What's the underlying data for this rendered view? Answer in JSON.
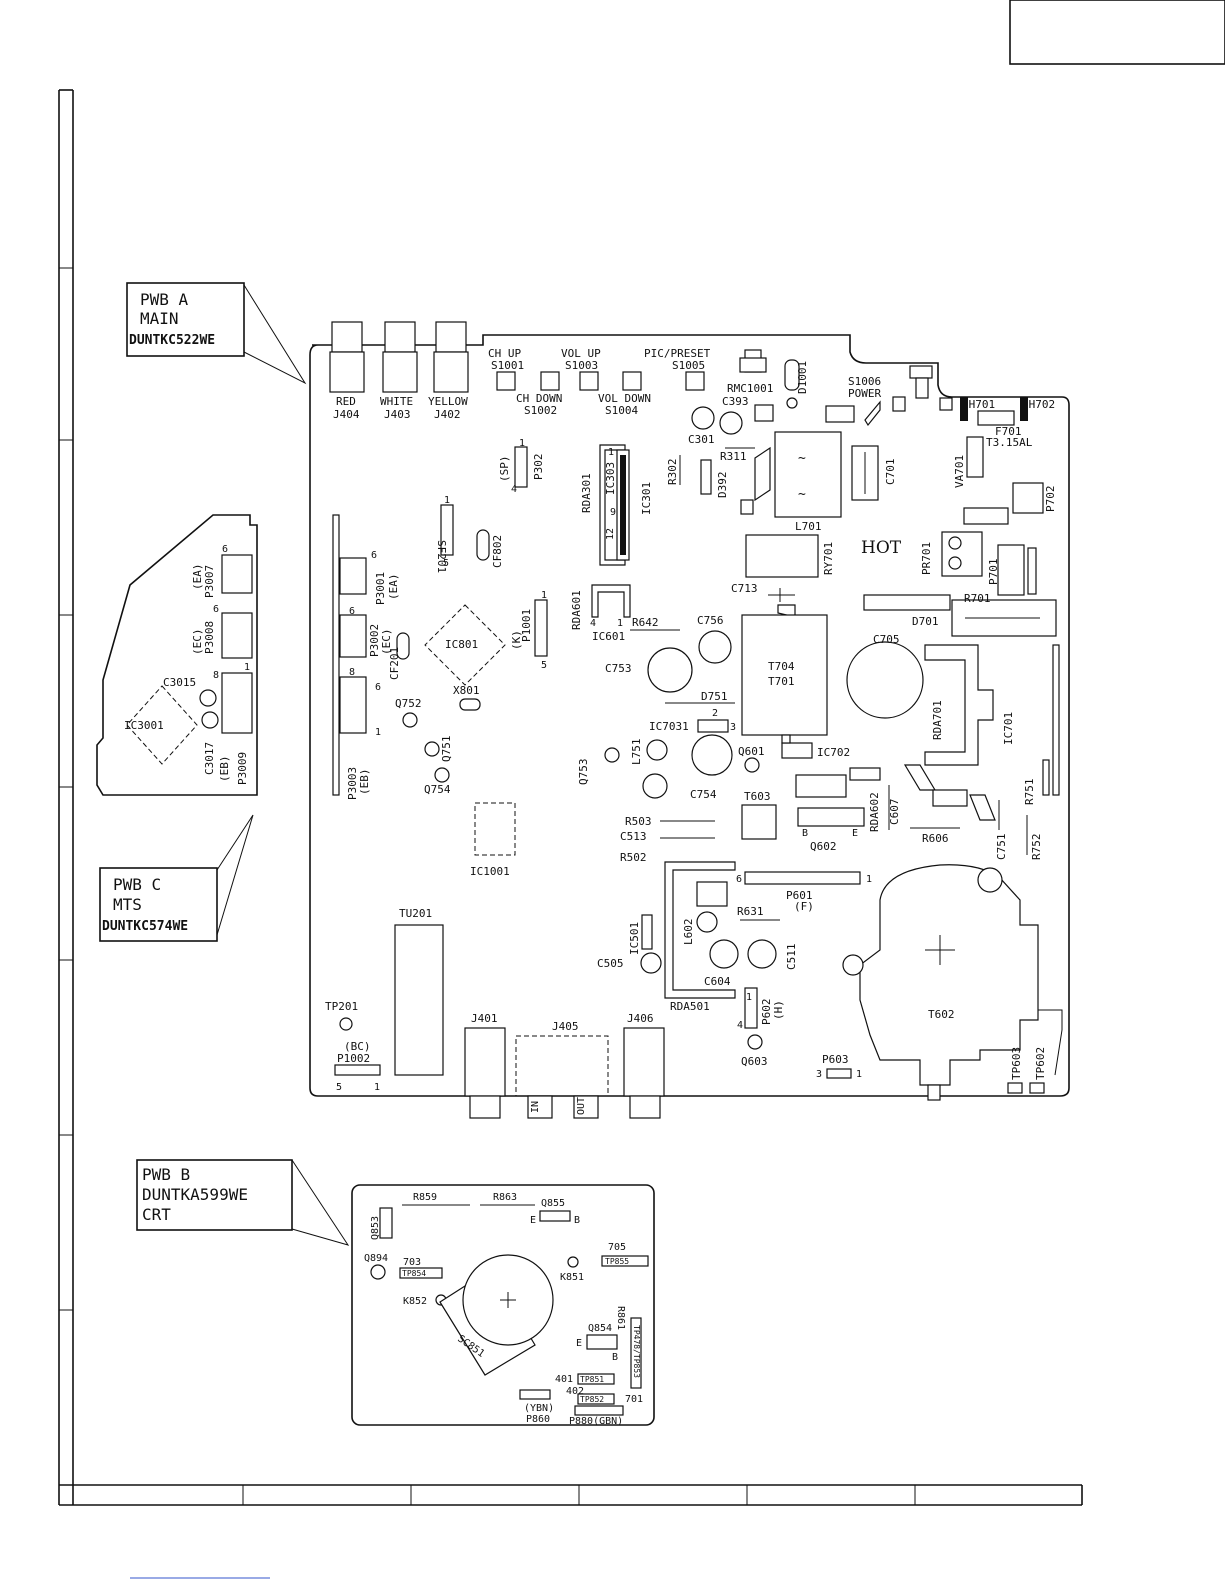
{
  "pwb_a": {
    "callout": {
      "line1": "PWB A",
      "line2": "MAIN",
      "line3": "DUNTKC522WE"
    },
    "labels": {
      "j404_color": "RED",
      "j404": "J404",
      "j403_color": "WHITE",
      "j403": "J403",
      "j402_color": "YELLOW",
      "j402": "J402",
      "ch_up": "CH UP",
      "s1001": "S1001",
      "vol_up": "VOL UP",
      "s1003": "S1003",
      "pic_preset": "PIC/PRESET",
      "s1005": "S1005",
      "ch_down": "CH DOWN",
      "s1002": "S1002",
      "vol_down": "VOL DOWN",
      "s1004": "S1004",
      "rmc1001": "RMC1001",
      "d1001": "D1001",
      "s1006": "S1006",
      "power": "POWER",
      "fh701": "FH701",
      "fh702": "FH702",
      "f701": "F701",
      "f701_rating": "T3.15AL",
      "c393": "C393",
      "c301": "C301",
      "r311": "R311",
      "r302": "R302",
      "d392": "D392",
      "rda301": "RDA301",
      "ic303": "IC303",
      "ic301": "IC301",
      "p302_name": "(SP)",
      "p302": "P302",
      "c701": "C701",
      "va701": "VA701",
      "p702": "P702",
      "l701": "L701",
      "ry701": "RY701",
      "hot": "HOT",
      "pr701": "PR701",
      "p701": "P701",
      "sf201": "SF201",
      "cf802": "CF802",
      "p3001": "P3001",
      "p3001_name": "(EA)",
      "p3002": "P3002",
      "p3002_name": "(EC)",
      "cf201": "CF201",
      "ic801": "IC801",
      "p1001": "P1001",
      "p1001_name": "(K)",
      "rda601": "RDA601",
      "ic601": "IC601",
      "r642": "R642",
      "c713": "C713",
      "d701": "D701",
      "r701": "R701",
      "c756": "C756",
      "c753": "C753",
      "c705": "C705",
      "t704": "T704",
      "t701": "T701",
      "d751": "D751",
      "x801": "X801",
      "q752": "Q752",
      "q751": "Q751",
      "q754": "Q754",
      "p3003": "P3003",
      "p3003_name": "(EB)",
      "ic7031": "IC7031",
      "q753": "Q753",
      "l751": "L751",
      "c754": "C754",
      "q601": "Q601",
      "ic702": "IC702",
      "rda701": "RDA701",
      "ic701": "IC701",
      "t603": "T603",
      "c607": "C607",
      "rda602": "RDA602",
      "q602": "Q602",
      "r606": "R606",
      "r751": "R751",
      "c751": "C751",
      "r752": "R752",
      "r503": "R503",
      "c513": "C513",
      "r502": "R502",
      "ic1001": "IC1001",
      "p601": "P601",
      "p601_name": "(F)",
      "r631": "R631",
      "l602": "L602",
      "ic501": "IC501",
      "c505": "C505",
      "c604": "C604",
      "c511": "C511",
      "rda501": "RDA501",
      "p602": "P602",
      "p602_name": "(H)",
      "q603": "Q603",
      "t602": "T602",
      "tu201": "TU201",
      "tp201": "TP201",
      "p1002_name": "(BC)",
      "p1002": "P1002",
      "j401": "J401",
      "j405": "J405",
      "j406": "J406",
      "p603": "P603",
      "tp603": "TP603",
      "tp602": "TP602",
      "in": "IN",
      "out": "OUT"
    }
  },
  "pwb_c": {
    "callout": {
      "line1": "PWB C",
      "line2": "MTS",
      "line3": "DUNTKC574WE"
    },
    "labels": {
      "p3007": "P3007",
      "p3007_name": "(EA)",
      "p3008": "P3008",
      "p3008_name": "(EC)",
      "c3015": "C3015",
      "ic3001": "IC3001",
      "c3017": "C3017",
      "p3009": "P3009",
      "p3009_name": "(EB)"
    }
  },
  "pwb_b": {
    "callout": {
      "line1": "PWB B",
      "line2": "DUNTKA599WE",
      "line3": "CRT"
    },
    "labels": {
      "r859": "R859",
      "r863": "R863",
      "q855": "Q855",
      "q853": "Q853",
      "t705": "705",
      "tp855": "TP855",
      "q894": "Q894",
      "t703": "703",
      "tp854": "TP854",
      "k851": "K851",
      "k852": "K852",
      "sc851": "SC851",
      "r861": "R861",
      "q854": "Q854",
      "tp478": "TP478/TP853",
      "t401": "401",
      "tp851": "TP851",
      "t402": "402",
      "tp852": "TP852",
      "t701": "701",
      "p860_name": "(YBN)",
      "p860": "P860",
      "p880": "P880(GBN)"
    }
  },
  "pin_marks": {
    "e": "E",
    "b": "B",
    "one": "1",
    "two": "2",
    "three": "3",
    "four": "4",
    "five": "5",
    "six": "6",
    "eight": "8",
    "nine": "9",
    "twelve": "12"
  }
}
